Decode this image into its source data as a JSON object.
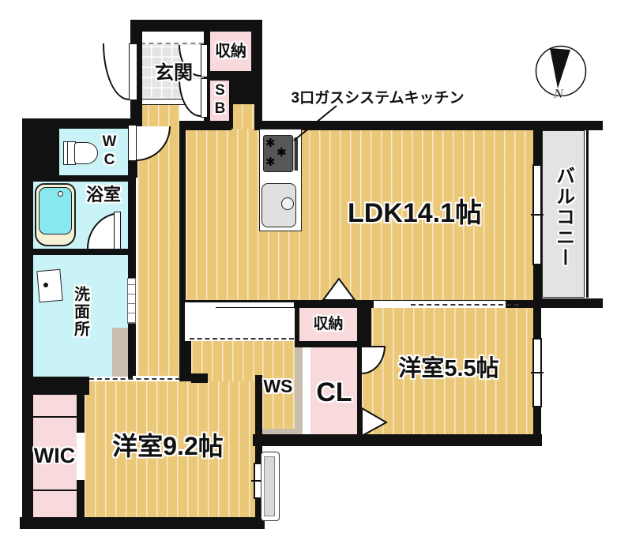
{
  "plan": {
    "type": "apartment-floor-plan",
    "labels": {
      "genkan": "玄関",
      "storage_entry": "収納",
      "shoe_box": "SB",
      "wc": "WC",
      "bath": "浴室",
      "washroom": "洗面所",
      "ldk": "LDK14.1帖",
      "kitchen_note": "3口ガスシステムキッチン",
      "balcony": "バルコニー",
      "storage_mid": "収納",
      "closet": "CL",
      "walk_space": "WS",
      "room_55": "洋室5.5帖",
      "room_92": "洋室9.2帖",
      "wic": "WIC",
      "compass_north": "N"
    },
    "colors": {
      "wood_floor": "#eac878",
      "storage_pink": "#f9dadc",
      "wet_area_cyan": "#c9f3f6",
      "entry_tile_gray": "#e4e4e4",
      "balcony_gray": "#e3e3e3",
      "wall_black": "#111111",
      "bath_water": "#87e9ef",
      "stove_gray": "#575757"
    }
  }
}
